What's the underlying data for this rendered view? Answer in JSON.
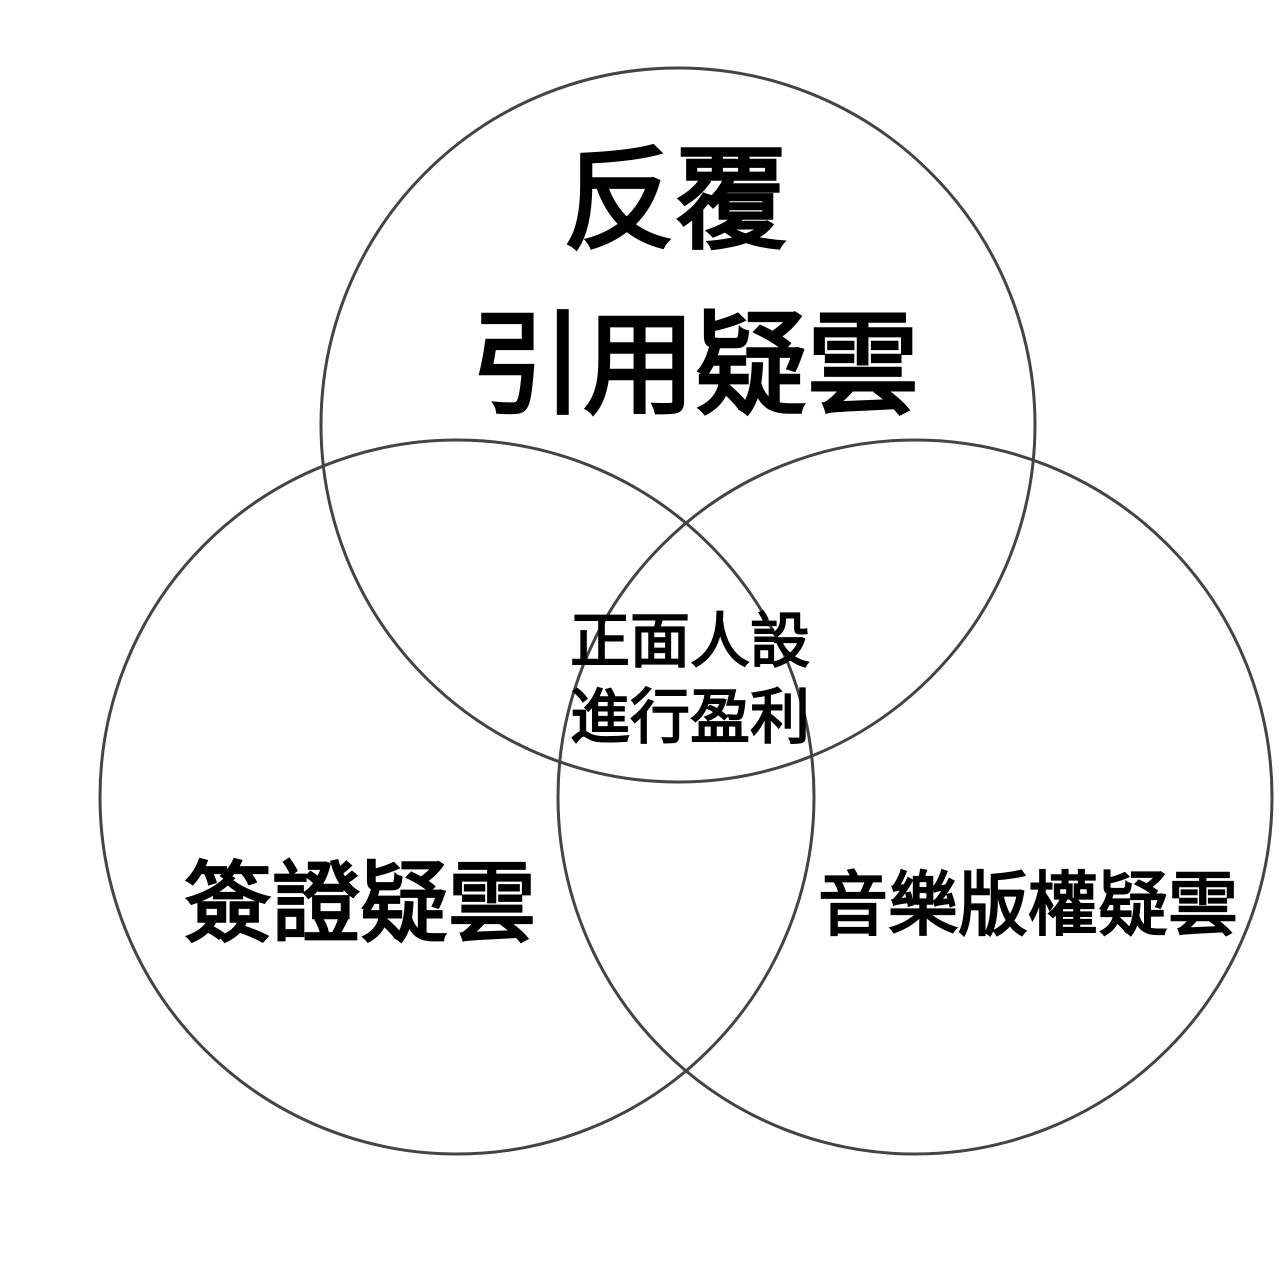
{
  "colors": {
    "circle_stroke": "#444444",
    "text": "#000000",
    "background": "#ffffff"
  },
  "circles": {
    "top": {
      "label_line1": "反覆",
      "label_line2": "引用疑雲"
    },
    "left": {
      "label": "簽證疑雲"
    },
    "right": {
      "label": "音樂版權疑雲"
    }
  },
  "intersection": {
    "label_line1": "正面人設",
    "label_line2": "進行盈利"
  }
}
